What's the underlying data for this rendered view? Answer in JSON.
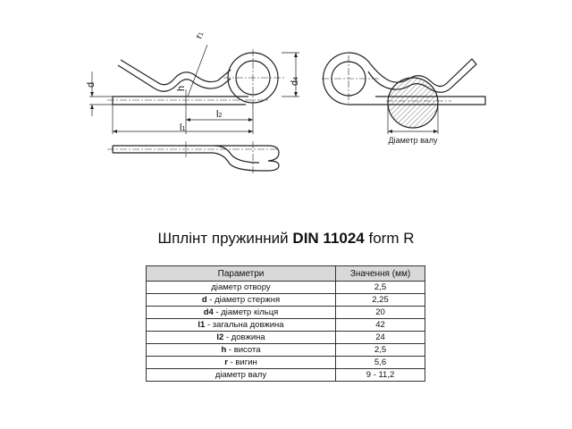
{
  "drawing": {
    "labels": {
      "d": "d",
      "h": "h",
      "r": "r",
      "r_sub": "1",
      "d4": "d",
      "d4_sub": "4",
      "l1": "l",
      "l1_sub": "1",
      "l2": "l",
      "l2_sub": "2"
    },
    "shaft_label": "Діаметр валу"
  },
  "title": {
    "prefix": "Шплінт пружинний",
    "bold": "DIN 11024",
    "suffix": "form R"
  },
  "table": {
    "headers": [
      "Параметри",
      "Значення (мм)"
    ],
    "rows": [
      {
        "sym": "",
        "param": "діаметр отвору",
        "value": "2,5"
      },
      {
        "sym": "d",
        "param": " - діаметр стержня",
        "value": "2,25"
      },
      {
        "sym": "d4",
        "param": " - діаметр кільця",
        "value": "20"
      },
      {
        "sym": "l1",
        "param": " - загальна довжина",
        "value": "42"
      },
      {
        "sym": "l2",
        "param": " - довжина",
        "value": "24"
      },
      {
        "sym": "h",
        "param": " - висота",
        "value": "2,5"
      },
      {
        "sym": "r",
        "param": " - вигин",
        "value": "5,6"
      },
      {
        "sym": "",
        "param": "діаметр валу",
        "value": "9 - 11,2"
      }
    ]
  }
}
